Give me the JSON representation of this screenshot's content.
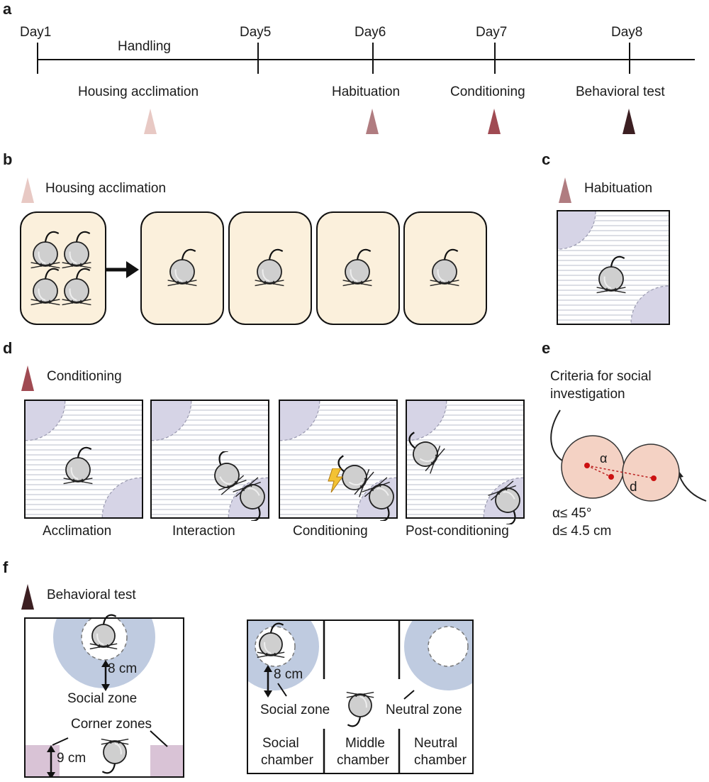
{
  "panel_labels": {
    "a": "a",
    "b": "b",
    "c": "c",
    "d": "d",
    "e": "e",
    "f": "f"
  },
  "timeline": {
    "days": [
      "Day1",
      "Day5",
      "Day6",
      "Day7",
      "Day8"
    ],
    "handling": "Handling",
    "stages": [
      "Housing acclimation",
      "Habituation",
      "Conditioning",
      "Behavioral test"
    ]
  },
  "colors": {
    "housing": "#e8c9c4",
    "habituation": "#b07c80",
    "conditioning": "#a04a52",
    "behavioral": "#3c1f22",
    "cage_fill": "#fbf0dc",
    "corner_zone": "#d6d4e6",
    "social_zone": "#bfcbe0",
    "corner_box": "#d9c3d6",
    "mouse_circle": "#f4d2c4"
  },
  "panel_b": {
    "title": "Housing acclimation"
  },
  "panel_c": {
    "title": "Habituation"
  },
  "panel_d": {
    "title": "Conditioning",
    "steps": [
      "Acclimation",
      "Interaction",
      "Conditioning",
      "Post-conditioning"
    ]
  },
  "panel_e": {
    "title_line1": "Criteria for social",
    "title_line2": "investigation",
    "alpha_symbol": "α",
    "d_symbol": "d",
    "crit_angle": "α≤ 45°",
    "crit_dist": "d≤ 4.5 cm"
  },
  "panel_f": {
    "title": "Behavioral test",
    "left": {
      "dist": "8 cm",
      "social_zone": "Social zone",
      "corner_zones": "Corner zones",
      "corner_dist": "9 cm"
    },
    "right": {
      "dist": "8 cm",
      "social_zone": "Social zone",
      "neutral_zone": "Neutral zone",
      "chambers": [
        [
          "Social",
          "chamber"
        ],
        [
          "Middle",
          "chamber"
        ],
        [
          "Neutral",
          "chamber"
        ]
      ]
    }
  }
}
